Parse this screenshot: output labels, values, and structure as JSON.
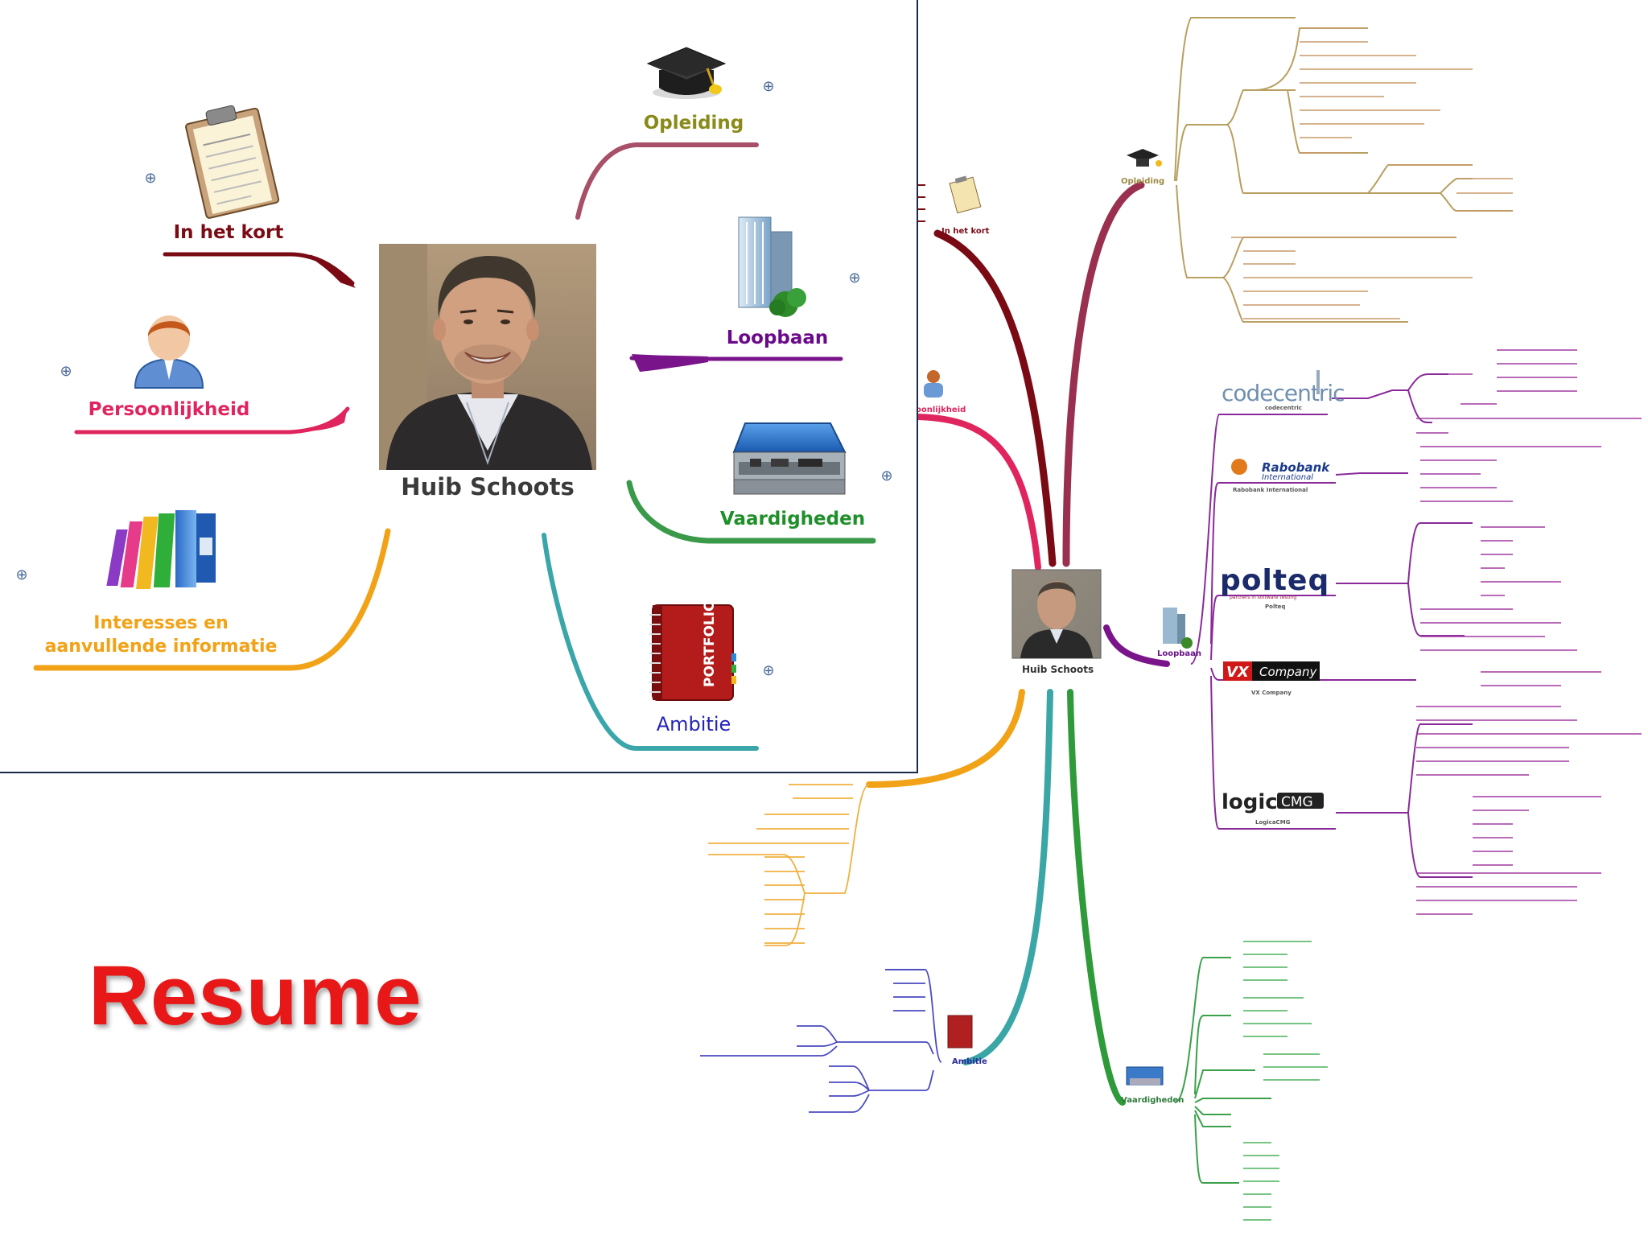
{
  "center": {
    "name": "Huib Schoots"
  },
  "zoom_nodes": {
    "in_het_kort": "In het kort",
    "opleiding": "Opleiding",
    "loopbaan": "Loopbaan",
    "persoonlijkheid": "Persoonlijkheid",
    "vaardigheden": "Vaardigheden",
    "interesses_line1": "Interesses en",
    "interesses_line2": "aanvullende informatie",
    "ambitie": "Ambitie"
  },
  "portfolio_label": "PORTFOLIO",
  "expand_symbol": "⊕",
  "full_map": {
    "center": "Huib Schoots",
    "opleiding": "Opleiding",
    "in_het_kort": "In het kort",
    "persoonlijkheid_partial": "oonlijkheid",
    "loopbaan": "Loopbaan",
    "vaardigheden": "Vaardigheden",
    "ambitie": "Ambitie",
    "companies": {
      "codecentric": {
        "logo": "codecentric",
        "caption": "codecentric"
      },
      "rabobank": {
        "logo_line1": "Rabobank",
        "logo_line2": "International",
        "caption": "Rabobank International"
      },
      "polteq": {
        "logo": "polteq",
        "tagline": "partners in software testing",
        "caption": "Polteq"
      },
      "vx": {
        "logo_vx": "VX",
        "logo_company": "Company",
        "caption": "VX Company"
      },
      "logica": {
        "logo": "logica",
        "logo_suffix": "CMG",
        "caption": "LogicaCMG"
      }
    }
  },
  "title": "Resume",
  "colors": {
    "in_het_kort": "#7a0a14",
    "opleiding": "#8a8a1a",
    "loopbaan": "#6a0a8a",
    "persoonlijkheid": "#e0245e",
    "vaardigheden": "#1f8f2a",
    "interesses": "#f2a216",
    "ambitie": "#2424b8",
    "resume": "#e81818"
  }
}
